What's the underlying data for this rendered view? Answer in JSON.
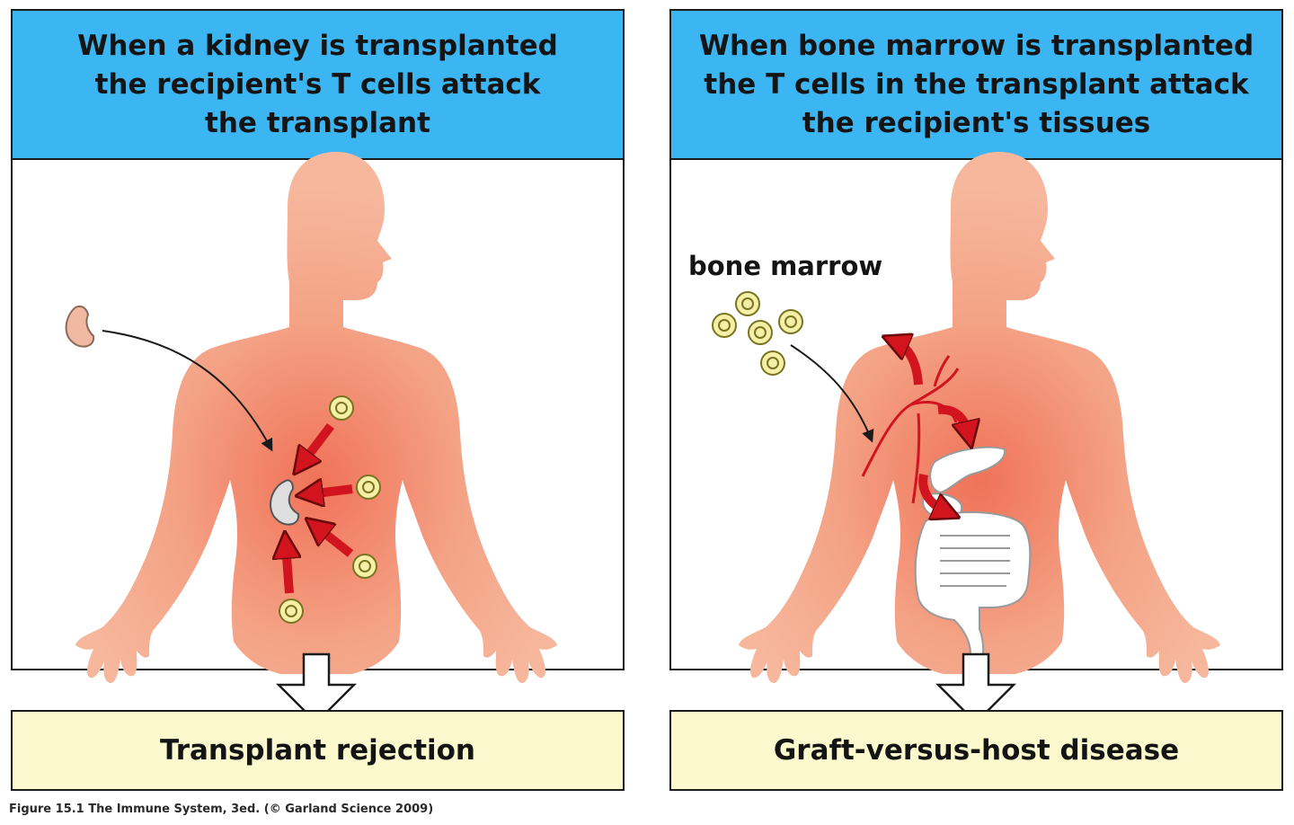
{
  "left_panel": {
    "header_lines": [
      "When a kidney is transplanted",
      "the recipient's T cells attack",
      "the transplant"
    ],
    "result": "Transplant rejection"
  },
  "right_panel": {
    "header_lines": [
      "When bone marrow is transplanted",
      "the T cells in the transplant attack",
      "the recipient's tissues"
    ],
    "label": "bone marrow",
    "result": "Graft-versus-host disease"
  },
  "caption": "Figure 15.1 The Immune System, 3ed. (© Garland Science 2009)",
  "colors": {
    "header_bg": "#3cb6f2",
    "result_bg": "#fbf9cd",
    "body_fill": "#f4a98a",
    "arrow_red": "#d2141e",
    "t_cell_fill": "#f4f0a8"
  }
}
